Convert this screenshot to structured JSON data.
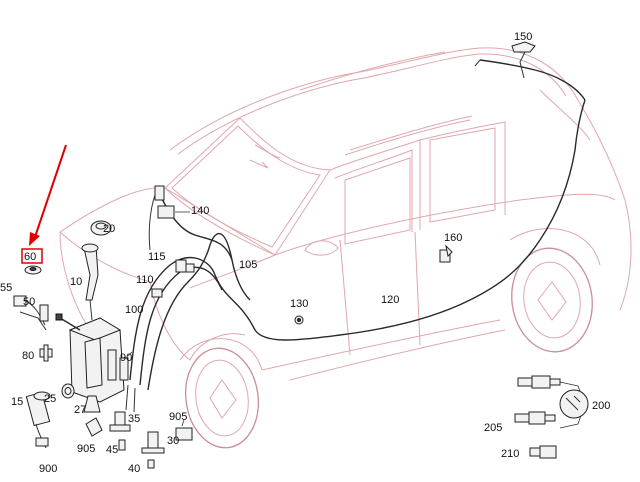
{
  "labels": {
    "p150": "150",
    "p140": "140",
    "p20": "20",
    "p160": "160",
    "p60": "60",
    "p115": "115",
    "p105": "105",
    "p10": "10",
    "p55": "55",
    "p50": "50",
    "p110": "110",
    "p130": "130",
    "p120": "120",
    "p100": "100",
    "p80": "80",
    "p90": "90",
    "p15": "15",
    "p25": "25",
    "p27": "27",
    "p35": "35",
    "p905a": "905",
    "p905b": "905",
    "p30": "30",
    "p45": "45",
    "p40": "40",
    "p900": "900",
    "p200": "200",
    "p205": "205",
    "p210": "210"
  },
  "colors": {
    "outline": "#e0a7ad",
    "highlight": "#e00000",
    "hose": "#2a2a2a"
  }
}
